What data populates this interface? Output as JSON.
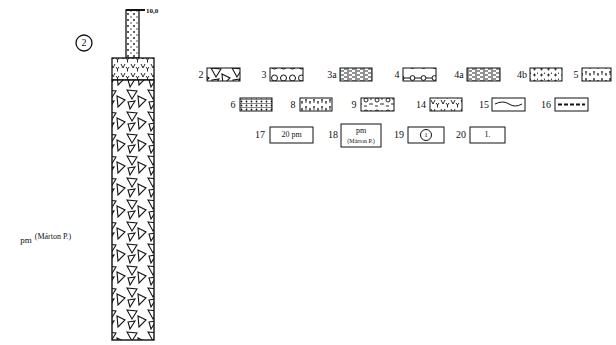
{
  "diagram": {
    "labels": [
      "10,0",
      "2",
      "pm",
      "(Márton P.)",
      "20 pm",
      "pm",
      "(Márton P.)",
      "1",
      "1."
    ],
    "legend": [
      {
        "text": "2"
      },
      {
        "text": "3"
      },
      {
        "text": "3a"
      },
      {
        "text": "4"
      },
      {
        "text": "4a"
      },
      {
        "text": "4b"
      },
      {
        "text": "5"
      },
      {
        "text": "6"
      },
      {
        "text": "8"
      },
      {
        "text": "9"
      },
      {
        "text": "14"
      },
      {
        "text": "15"
      },
      {
        "text": "16"
      },
      {
        "text": "17"
      },
      {
        "text": "18"
      },
      {
        "text": "19"
      },
      {
        "text": "20"
      }
    ]
  }
}
